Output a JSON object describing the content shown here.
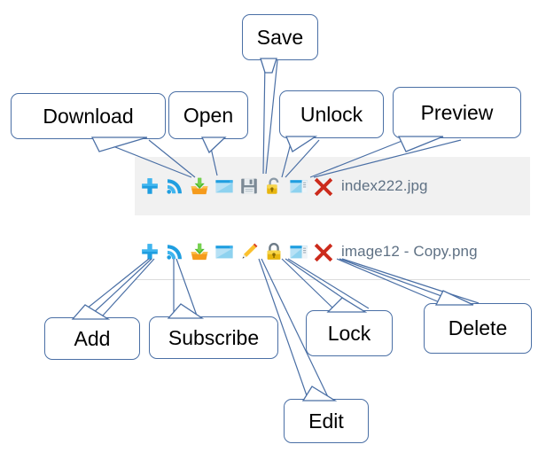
{
  "window": {
    "background": "#ffffff",
    "selected_row_background": "#f1f1f1",
    "divider_color": "#dcdcdc",
    "callout_border_color": "#4a6fa5",
    "leader_line_color": "#4a6fa5",
    "filename_color": "#5f7184"
  },
  "rows": [
    {
      "id": "row-1",
      "selected": true,
      "filename": "index222.jpg",
      "actions": [
        {
          "name": "add",
          "icon": "plus-icon",
          "label": "Add"
        },
        {
          "name": "subscribe",
          "icon": "rss-icon",
          "label": "Subscribe"
        },
        {
          "name": "download",
          "icon": "download-tray-icon",
          "label": "Download"
        },
        {
          "name": "open",
          "icon": "open-window-icon",
          "label": "Open"
        },
        {
          "name": "save",
          "icon": "floppy-disk-icon",
          "label": "Save"
        },
        {
          "name": "unlock",
          "icon": "unlock-padlock-icon",
          "label": "Unlock"
        },
        {
          "name": "preview",
          "icon": "preview-pane-icon",
          "label": "Preview"
        },
        {
          "name": "delete",
          "icon": "red-x-icon",
          "label": "Delete"
        }
      ]
    },
    {
      "id": "row-2",
      "selected": false,
      "filename": "image12 - Copy.png",
      "actions": [
        {
          "name": "add",
          "icon": "plus-icon",
          "label": "Add"
        },
        {
          "name": "subscribe",
          "icon": "rss-icon",
          "label": "Subscribe"
        },
        {
          "name": "download",
          "icon": "download-tray-icon",
          "label": "Download"
        },
        {
          "name": "open",
          "icon": "open-window-icon",
          "label": "Open"
        },
        {
          "name": "edit",
          "icon": "pencil-icon",
          "label": "Edit"
        },
        {
          "name": "lock",
          "icon": "lock-padlock-icon",
          "label": "Lock"
        },
        {
          "name": "preview",
          "icon": "preview-pane-icon",
          "label": "Preview"
        },
        {
          "name": "delete",
          "icon": "red-x-icon",
          "label": "Delete"
        }
      ]
    }
  ],
  "callouts": [
    {
      "id": "download",
      "label": "Download"
    },
    {
      "id": "open",
      "label": "Open"
    },
    {
      "id": "save",
      "label": "Save"
    },
    {
      "id": "unlock",
      "label": "Unlock"
    },
    {
      "id": "preview",
      "label": "Preview"
    },
    {
      "id": "add",
      "label": "Add"
    },
    {
      "id": "subscribe",
      "label": "Subscribe"
    },
    {
      "id": "lock",
      "label": "Lock"
    },
    {
      "id": "delete",
      "label": "Delete"
    },
    {
      "id": "edit",
      "label": "Edit"
    }
  ]
}
